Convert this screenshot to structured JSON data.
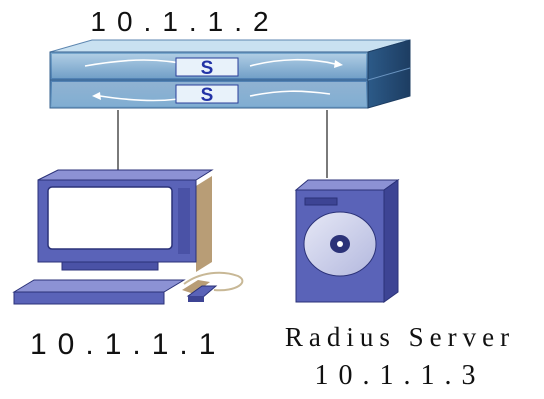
{
  "switch": {
    "ip": "10.1.1.2",
    "icon": "layer-3-switch-icon"
  },
  "host": {
    "ip": "10.1.1.1",
    "icon": "desktop-computer-icon"
  },
  "server": {
    "name": "Radius Server",
    "ip": "10.1.1.3",
    "icon": "radius-server-icon"
  },
  "colors": {
    "device_blue": "#5a63b8",
    "device_dark": "#3d4494",
    "screen": "#ffffff",
    "switch_light": "#b8d8ec",
    "switch_dark": "#3f6a9a",
    "shadow": "#b89d76",
    "link": "#222222"
  }
}
